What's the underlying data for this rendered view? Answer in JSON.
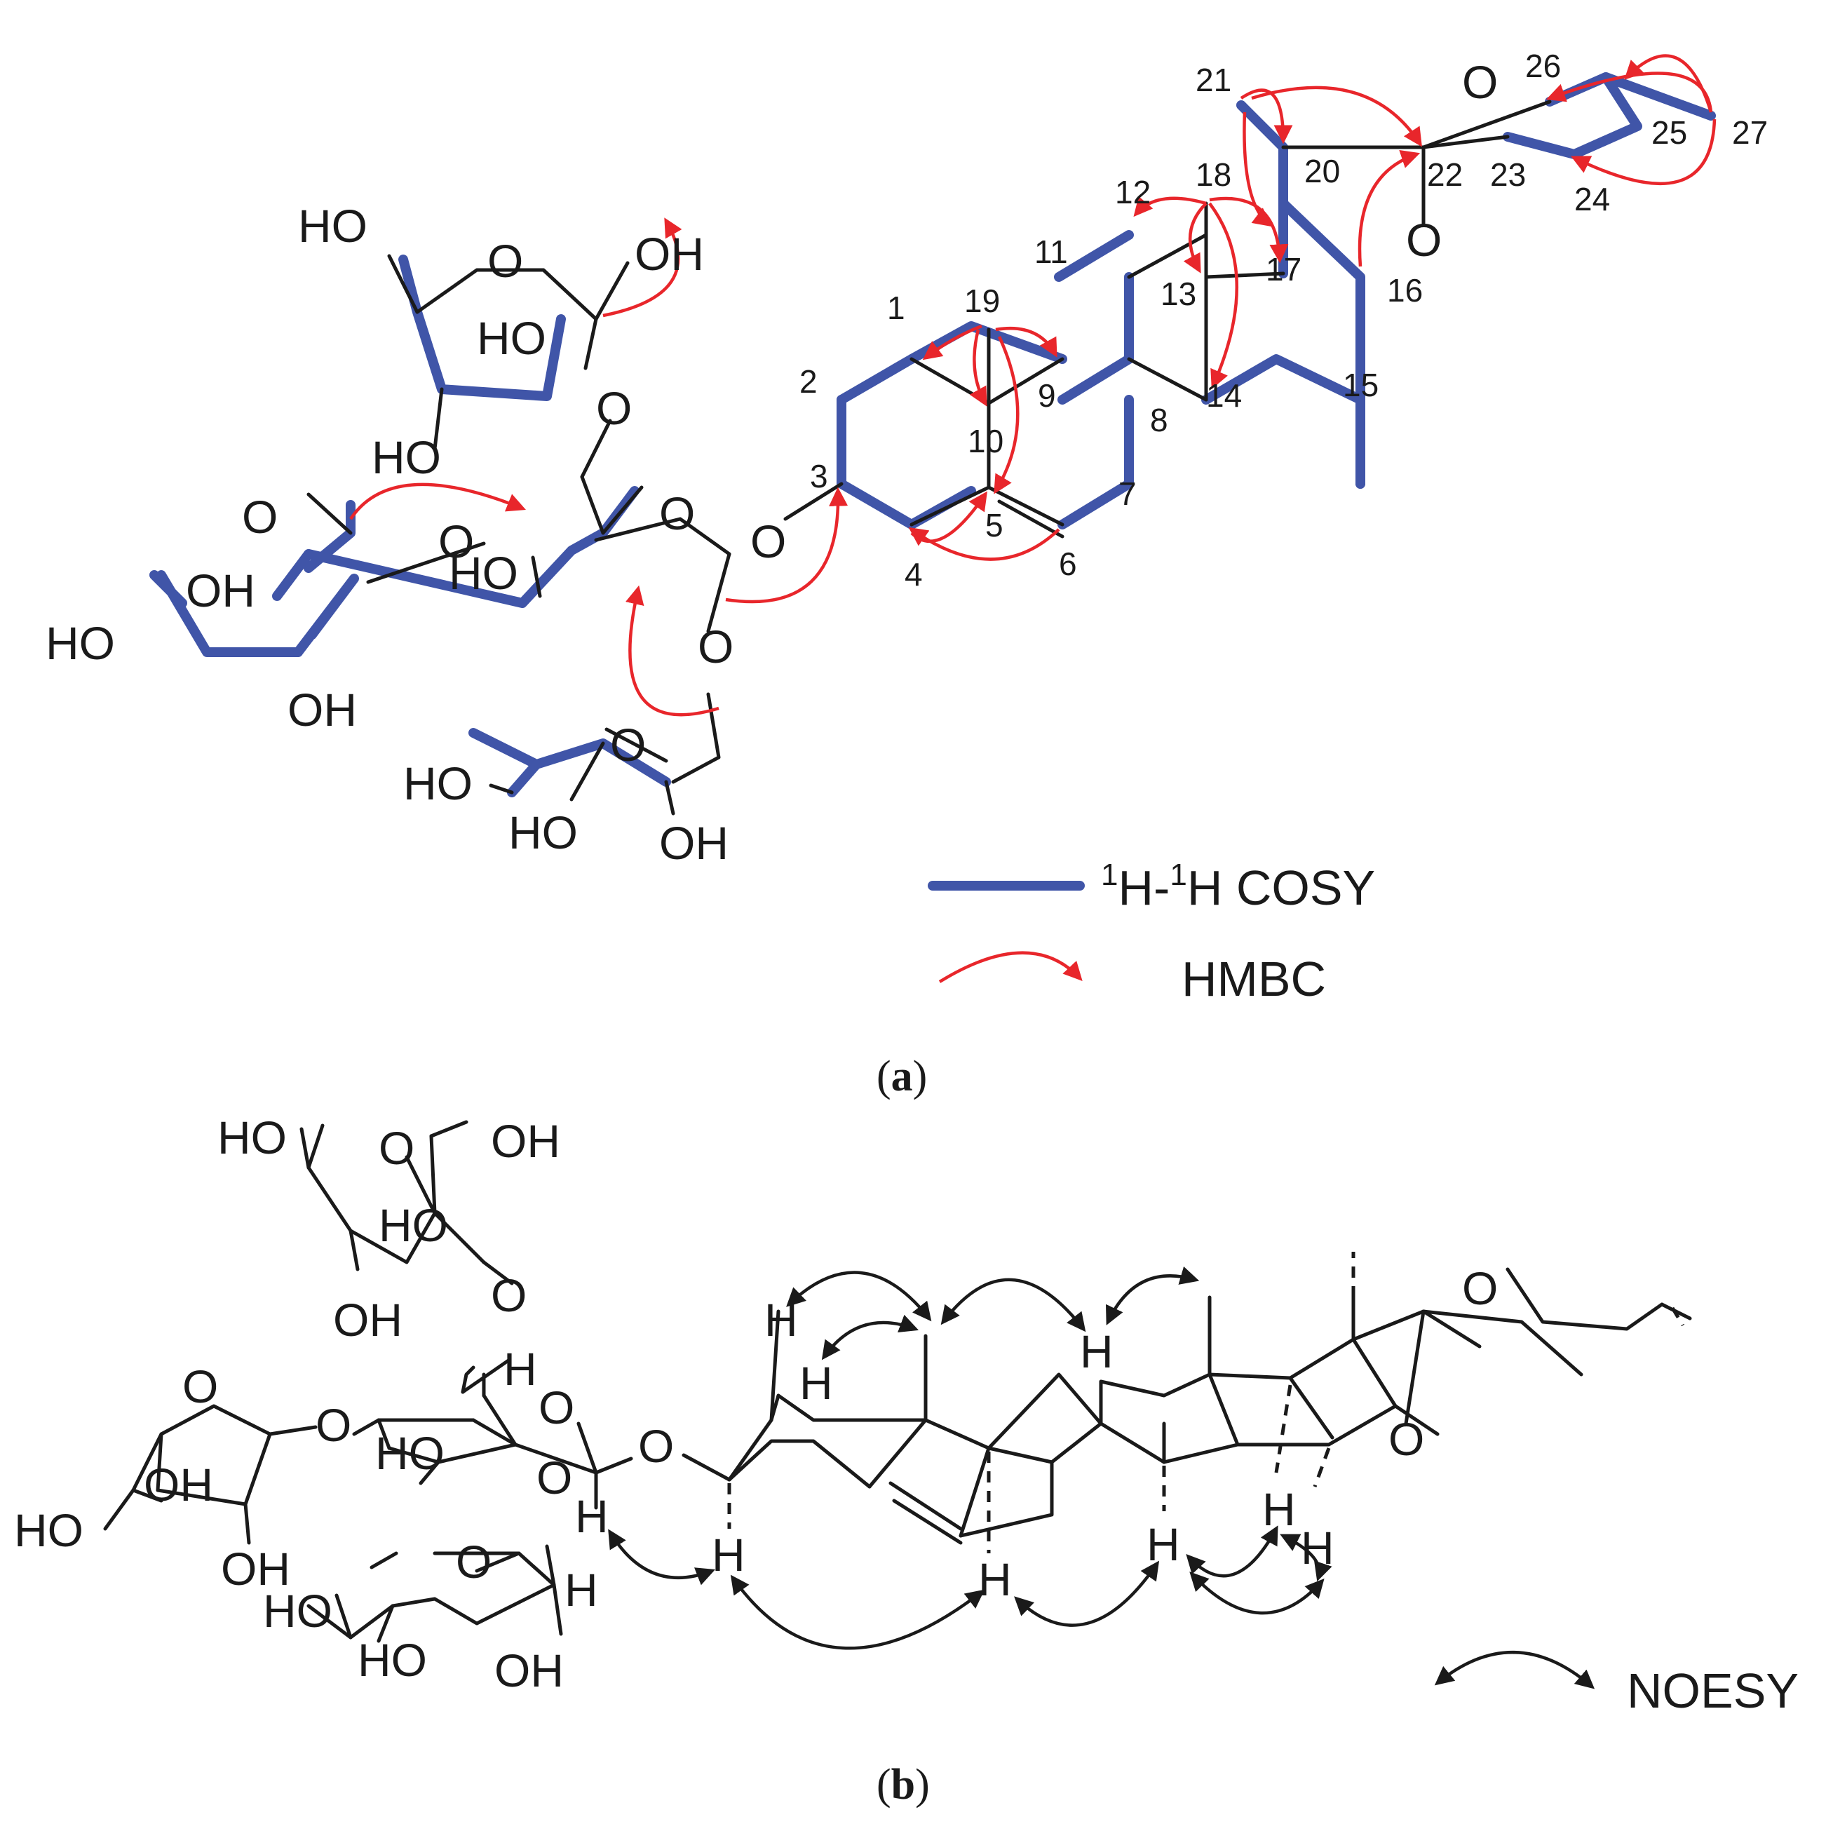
{
  "panel_a": {
    "caption_open": "(",
    "caption_letter": "a",
    "caption_close": ")",
    "carbon_numbers": [
      "1",
      "2",
      "3",
      "4",
      "5",
      "6",
      "7",
      "8",
      "9",
      "10",
      "11",
      "12",
      "13",
      "14",
      "15",
      "16",
      "17",
      "18",
      "19",
      "20",
      "21",
      "22",
      "23",
      "24",
      "25",
      "26",
      "27"
    ],
    "atom_labels": {
      "oxygen": "O",
      "hydroxyl": "OH",
      "hydroxyl_left": "HO"
    },
    "legend": {
      "cosy_pre": "1",
      "cosy_mid": "H-",
      "cosy_sup2": "1",
      "cosy_post": "H COSY",
      "hmbc": "HMBC"
    },
    "colors": {
      "cosy": "#4055a8",
      "hmbc": "#e8262b"
    }
  },
  "panel_b": {
    "caption_open": "(",
    "caption_letter": "b",
    "caption_close": ")",
    "atom_labels": {
      "oxygen": "O",
      "hydroxyl": "OH",
      "hydroxyl_left": "HO",
      "hydrogen": "H"
    },
    "legend": {
      "noesy": "NOESY"
    }
  }
}
